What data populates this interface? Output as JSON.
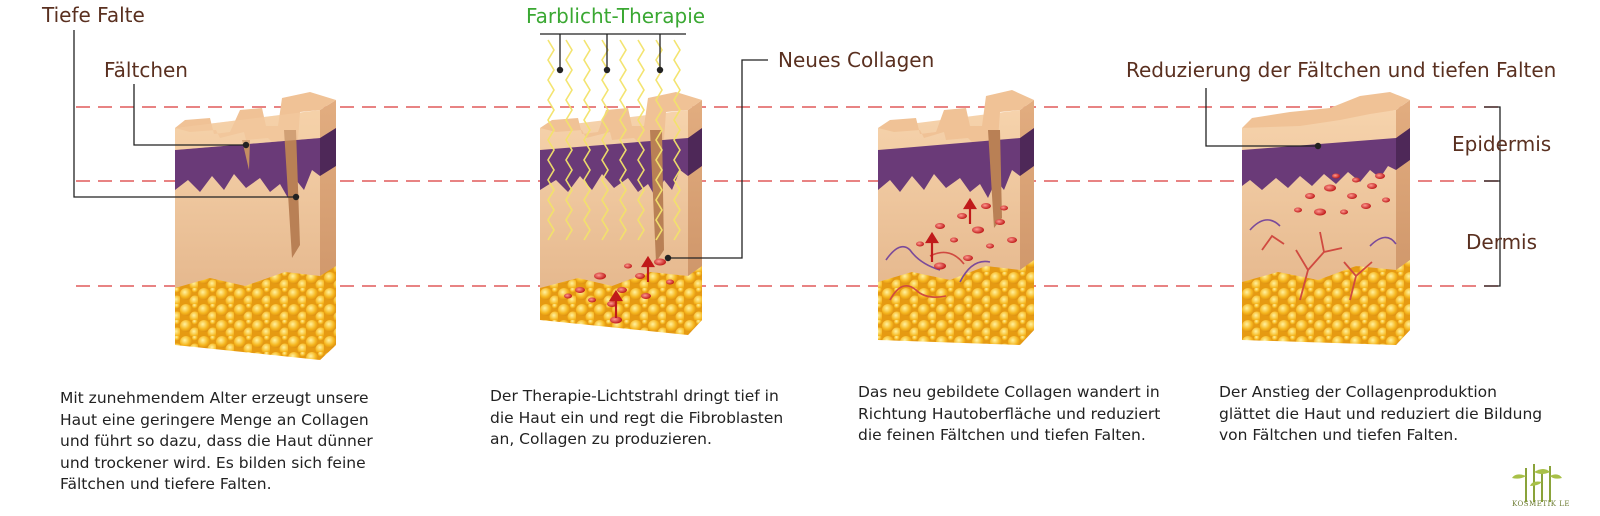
{
  "labels": {
    "deep_wrinkle": "Tiefe Falte",
    "fine_lines": "Fältchen",
    "color_light": "Farblicht-Therapie",
    "new_collagen": "Neues Collagen",
    "reduction": "Reduzierung der Fältchen und tiefen Falten",
    "epidermis": "Epidermis",
    "dermis": "Dermis"
  },
  "captions": [
    {
      "lines": [
        "Mit zunehmendem Alter erzeugt unsere",
        "Haut eine geringere Menge an Collagen",
        "und führt so dazu, dass die Haut dünner",
        "und trockener wird. Es bilden sich feine",
        "Fältchen und tiefere Falten."
      ]
    },
    {
      "lines": [
        "Der Therapie-Lichtstrahl dringt tief in",
        "die Haut ein und regt die Fibroblasten",
        "an, Collagen zu produzieren."
      ]
    },
    {
      "lines": [
        "Das neu gebildete Collagen wandert in",
        "Richtung Hautoberfläche und reduziert",
        "die feinen Fältchen und tiefen Falten."
      ]
    },
    {
      "lines": [
        "Der Anstieg der Collagenproduktion",
        "glättet die Haut und reduziert die Bildung",
        "von Fältchen und tiefen Falten."
      ]
    }
  ],
  "logo": {
    "text": "KOSMETIK LE"
  },
  "colors": {
    "skin_light": "#f2c9a0",
    "skin_dark": "#d9a57a",
    "epidermis_layer": "#6a3a78",
    "fat": "#f5b820",
    "collagen": "#cc2222",
    "guide_line": "#e05a5a",
    "label_brown": "#5a3020",
    "therapy_green": "#3aa832",
    "light_beam": "#f3e36a"
  },
  "icons": {
    "logo": "bamboo-logo-icon"
  }
}
